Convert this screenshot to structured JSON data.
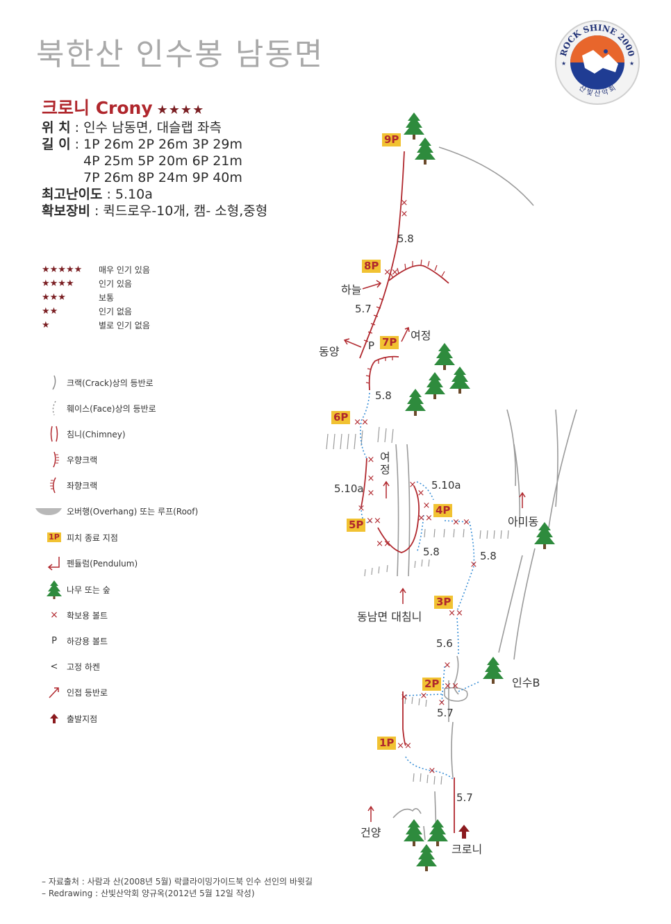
{
  "title": "북한산 인수봉 남동면",
  "logo": {
    "text": "ROCK SHINE 2000",
    "subtext": "산 빛 산 악 회"
  },
  "route": {
    "name": "크로니 Crony",
    "stars": "★★★★",
    "location_label": "위  치",
    "location_value": "인수 남동면, 대슬랩 좌측",
    "length_label": "길  이",
    "length_line1": "1P 26m  2P 26m  3P 29m",
    "length_line2": "4P 25m  5P 20m  6P 21m",
    "length_line3": "7P 26m  8P 24m  9P 40m",
    "max_grade_label": "최고난이도",
    "max_grade_value": "5.10a",
    "gear_label": "확보장비",
    "gear_value": "퀵드로우-10개, 캠- 소형,중형"
  },
  "legend": {
    "rating": [
      {
        "stars": "★★★★★",
        "label": "매우 인기 있음"
      },
      {
        "stars": "★★★★",
        "label": "인기 있음"
      },
      {
        "stars": "★★★",
        "label": "보통"
      },
      {
        "stars": "★★",
        "label": "인기 없음"
      },
      {
        "stars": "★",
        "label": "별로 인기 없음"
      }
    ],
    "symbols": [
      {
        "icon": "crack-line-icon",
        "label": "크랙(Crack)상의 등반로"
      },
      {
        "icon": "face-line-icon",
        "label": "훼이스(Face)상의 등반로"
      },
      {
        "icon": "chimney-icon",
        "label": "침니(Chimney)"
      },
      {
        "icon": "right-crack-icon",
        "label": "우향크랙"
      },
      {
        "icon": "left-crack-icon",
        "label": "좌향크랙"
      },
      {
        "icon": "overhang-icon",
        "label": "오버행(Overhang) 또는 루프(Roof)"
      },
      {
        "icon": "pitch-end-icon",
        "label": "피치 종료 지점",
        "badge": "1P"
      },
      {
        "icon": "pendulum-icon",
        "label": "펜듈럼(Pendulum)"
      },
      {
        "icon": "tree-icon",
        "label": "나무 또는 숲"
      },
      {
        "icon": "anchor-bolt-icon",
        "label": "확보용 볼트",
        "glyph": "×"
      },
      {
        "icon": "rappel-bolt-icon",
        "label": "하강용 볼트",
        "glyph": "P"
      },
      {
        "icon": "fixed-hanger-icon",
        "label": "고정 하켄",
        "glyph": "<"
      },
      {
        "icon": "adjacent-route-icon",
        "label": "인접 등반로"
      },
      {
        "icon": "start-point-icon",
        "label": "출발지점"
      }
    ]
  },
  "topo": {
    "pitches": [
      "9P",
      "8P",
      "7P",
      "6P",
      "5P",
      "4P",
      "3P",
      "2P",
      "1P"
    ],
    "grades": [
      "5.8",
      "5.7",
      "5.8",
      "5.10a",
      "5.10a",
      "5.8",
      "5.8",
      "5.6",
      "5.7",
      "5.7"
    ],
    "labels": {
      "haneul": "하늘",
      "dongyang": "동양",
      "yeojeong": "여정",
      "yeojeong_vertical": "여\n정",
      "amidong": "아미동",
      "dongnam_chimney": "동남면 대침니",
      "insu_b": "인수B",
      "geonyang": "건양",
      "crony": "크로니",
      "p": "P"
    }
  },
  "footer": {
    "line1": "– 자료출처 : 사람과 산(2008년 5월) 락클라이밍가이드북 인수 선인의 바윗길",
    "line2": "– Redrawing : 산빛산악회 양규옥(2012년 5월 12일 작성)"
  },
  "colors": {
    "route_red": "#b0272d",
    "face_blue": "#3a8fd6",
    "rock_gray": "#9a9a9a",
    "tree_green": "#2e8b3d",
    "badge_yellow": "#f1c232"
  }
}
